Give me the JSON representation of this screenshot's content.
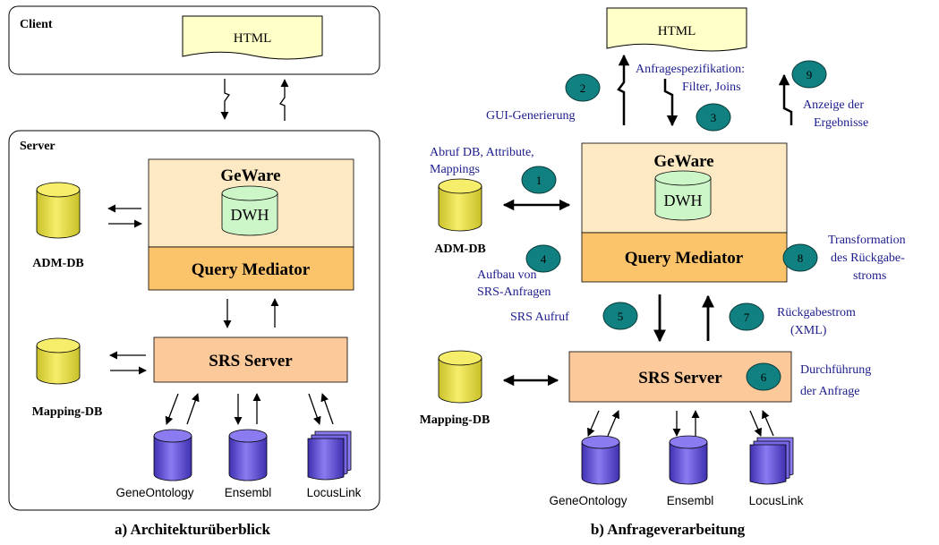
{
  "left": {
    "client_label": "Client",
    "server_label": "Server",
    "html_label": "HTML",
    "geware_label": "GeWare",
    "dwh_label": "DWH",
    "mediator_label": "Query Mediator",
    "srs_label": "SRS Server",
    "admdb_label": "ADM-DB",
    "mappingdb_label": "Mapping-DB",
    "sources": [
      "GeneOntology",
      "Ensembl",
      "LocusLink"
    ],
    "caption": "a) Architekturüberblick"
  },
  "right": {
    "html_label": "HTML",
    "geware_label": "GeWare",
    "dwh_label": "DWH",
    "mediator_label": "Query Mediator",
    "srs_label": "SRS Server",
    "admdb_label": "ADM-DB",
    "mappingdb_label": "Mapping-DB",
    "sources": [
      "GeneOntology",
      "Ensembl",
      "LocusLink"
    ],
    "caption": "b) Anfrageverarbeitung",
    "steps": [
      "1",
      "2",
      "3",
      "4",
      "5",
      "6",
      "7",
      "8",
      "9"
    ],
    "annotations": {
      "abruf_1": "Abruf DB, Attribute,",
      "abruf_2": "Mappings",
      "gui": "GUI-Generierung",
      "anfrage_1": "Anfragespezifikation:",
      "anfrage_2": "Filter, Joins",
      "anzeige_1": "Anzeige der",
      "anzeige_2": "Ergebnisse",
      "aufbau_1": "Aufbau von",
      "aufbau_2": "SRS-Anfragen",
      "srs_aufruf": "SRS Aufruf",
      "rueck_1": "Rückgabestrom",
      "rueck_2": "(XML)",
      "trans_1": "Transformation",
      "trans_2": "des Rückgabe-",
      "trans_3": "stroms",
      "durch_1": "Durchführung",
      "durch_2": "der Anfrage"
    }
  },
  "colors": {
    "geware_fill": "#fde9c4",
    "mediator_fill": "#fcc46a",
    "srs_fill": "#fcc99a",
    "dwh_fill": "#ccf5c8",
    "db_yellow": "#f2ea52",
    "db_purple": "#6a5ce0",
    "step_teal": "#118080",
    "annotation_blue": "#1c1c8c"
  }
}
